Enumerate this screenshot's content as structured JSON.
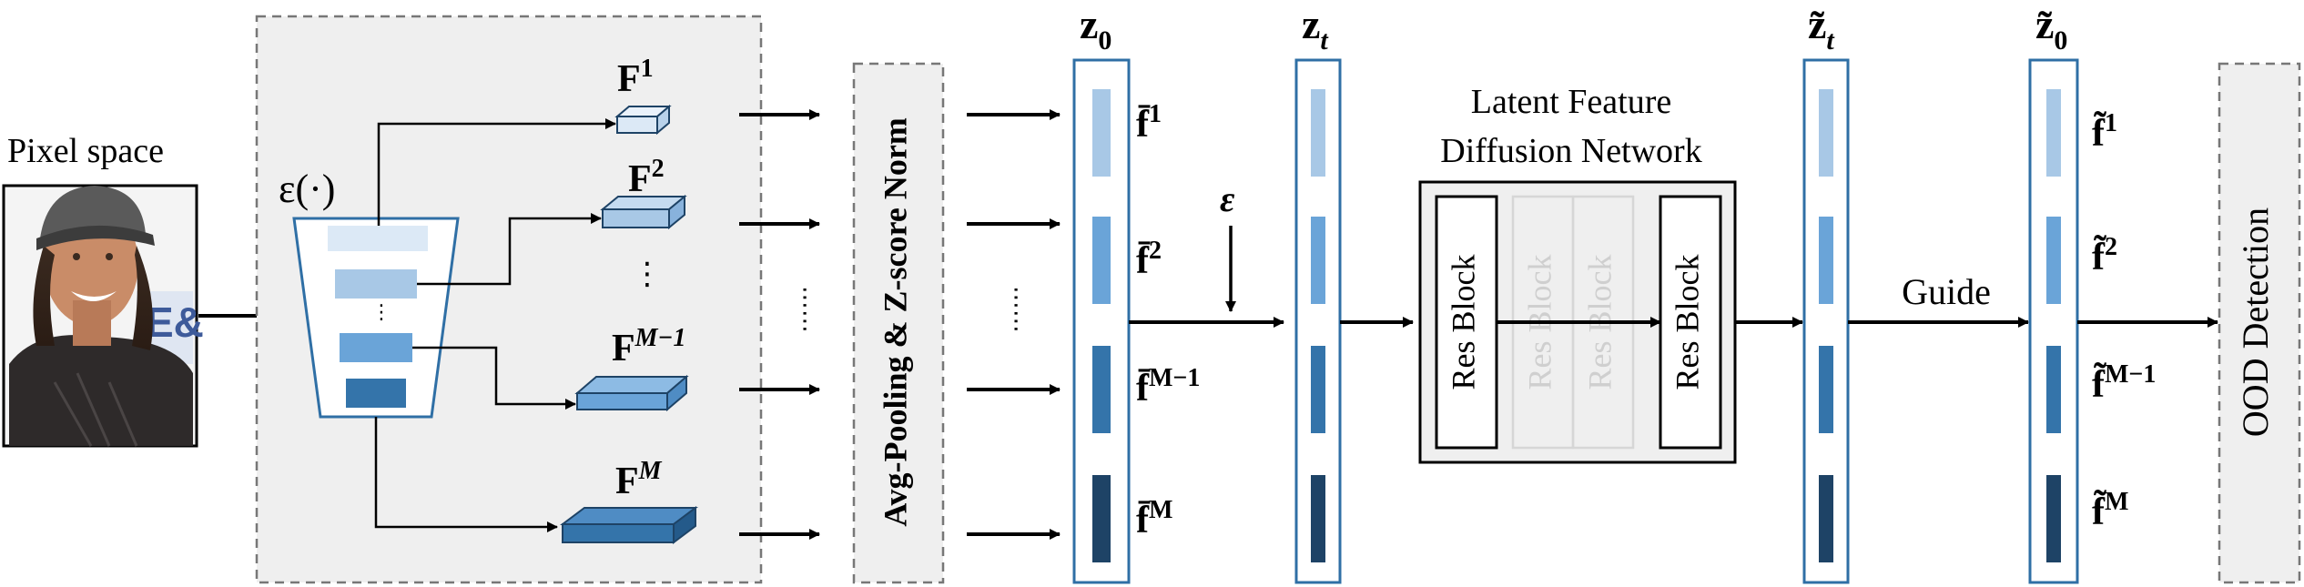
{
  "pixel_space": {
    "label": "Pixel space",
    "image": "face-photo"
  },
  "encoder": {
    "label": "ε(·)"
  },
  "features": [
    {
      "base": "F",
      "sup": "1"
    },
    {
      "base": "F",
      "sup": "2"
    },
    {
      "base": "F",
      "sup": "M−1"
    },
    {
      "base": "F",
      "sup": "M"
    }
  ],
  "vertical_dots": "⋮",
  "dots": "⋯⋯",
  "pooling": {
    "label": "Avg-Pooling & Z-score Norm"
  },
  "z0": {
    "base": "z",
    "sub": "0"
  },
  "zt": {
    "base": "z",
    "sub": "t"
  },
  "zt_tilde": {
    "base": "z̃",
    "sub": "t"
  },
  "z0_tilde": {
    "base": "z̃",
    "sub": "0"
  },
  "fbar": [
    {
      "base": "f̄",
      "sup": "1"
    },
    {
      "base": "f̄",
      "sup": "2"
    },
    {
      "base": "f̄",
      "sup": "M−1"
    },
    {
      "base": "f̄",
      "sup": "M"
    }
  ],
  "ftilde": [
    {
      "base": "f̃",
      "sup": "1"
    },
    {
      "base": "f̃",
      "sup": "2"
    },
    {
      "base": "f̃",
      "sup": "M−1"
    },
    {
      "base": "f̃",
      "sup": "M"
    }
  ],
  "noise": {
    "label": "ε"
  },
  "diffusion": {
    "title_line1": "Latent Feature",
    "title_line2": "Diffusion Network",
    "block_label": "Res Block"
  },
  "guide": {
    "label": "Guide"
  },
  "ood": {
    "label": "OOD Detection"
  },
  "colors": {
    "level1": "#a8c8e6",
    "level2": "#6aa4d8",
    "level3": "#3474aa",
    "level4": "#1e4366",
    "column_border": "#2f6fa5",
    "dashed_box_fill": "#efefef",
    "ghost_block": "#d6d6d6"
  }
}
